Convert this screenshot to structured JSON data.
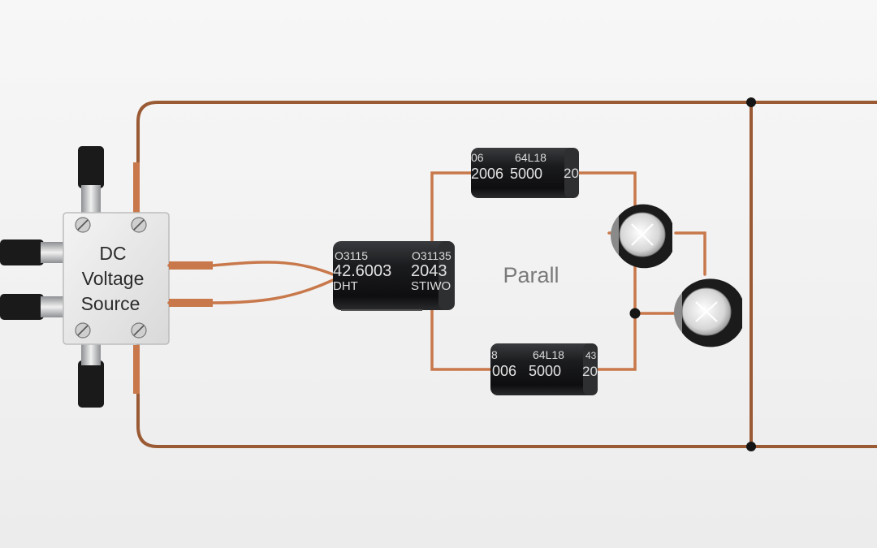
{
  "source_box": {
    "lines": [
      "DC",
      "Voltage",
      "Source"
    ]
  },
  "center_label": "Parall",
  "capacitors": {
    "large": {
      "top_left": "O3115",
      "top_right": "O31135",
      "mid_left": "42.6003",
      "mid_right": "2043",
      "bottom_left": "DHT",
      "bottom_right": "STIWO"
    },
    "top": {
      "left_top": "06",
      "right_top": "64L18",
      "left_bottom": "2006",
      "right_bottom": "5000",
      "end": "20"
    },
    "bottom": {
      "left_top": "8",
      "right_top": "64L18",
      "left_bottom": "006",
      "right_bottom": "5000",
      "end_top": "43",
      "end": "20"
    }
  },
  "colors": {
    "background": "#f3f3f3",
    "copper_wire": "#c8784a",
    "frame_wire": "#9a5a34",
    "capacitor_body": "#1e1f21",
    "box": "#e8e8e8"
  }
}
